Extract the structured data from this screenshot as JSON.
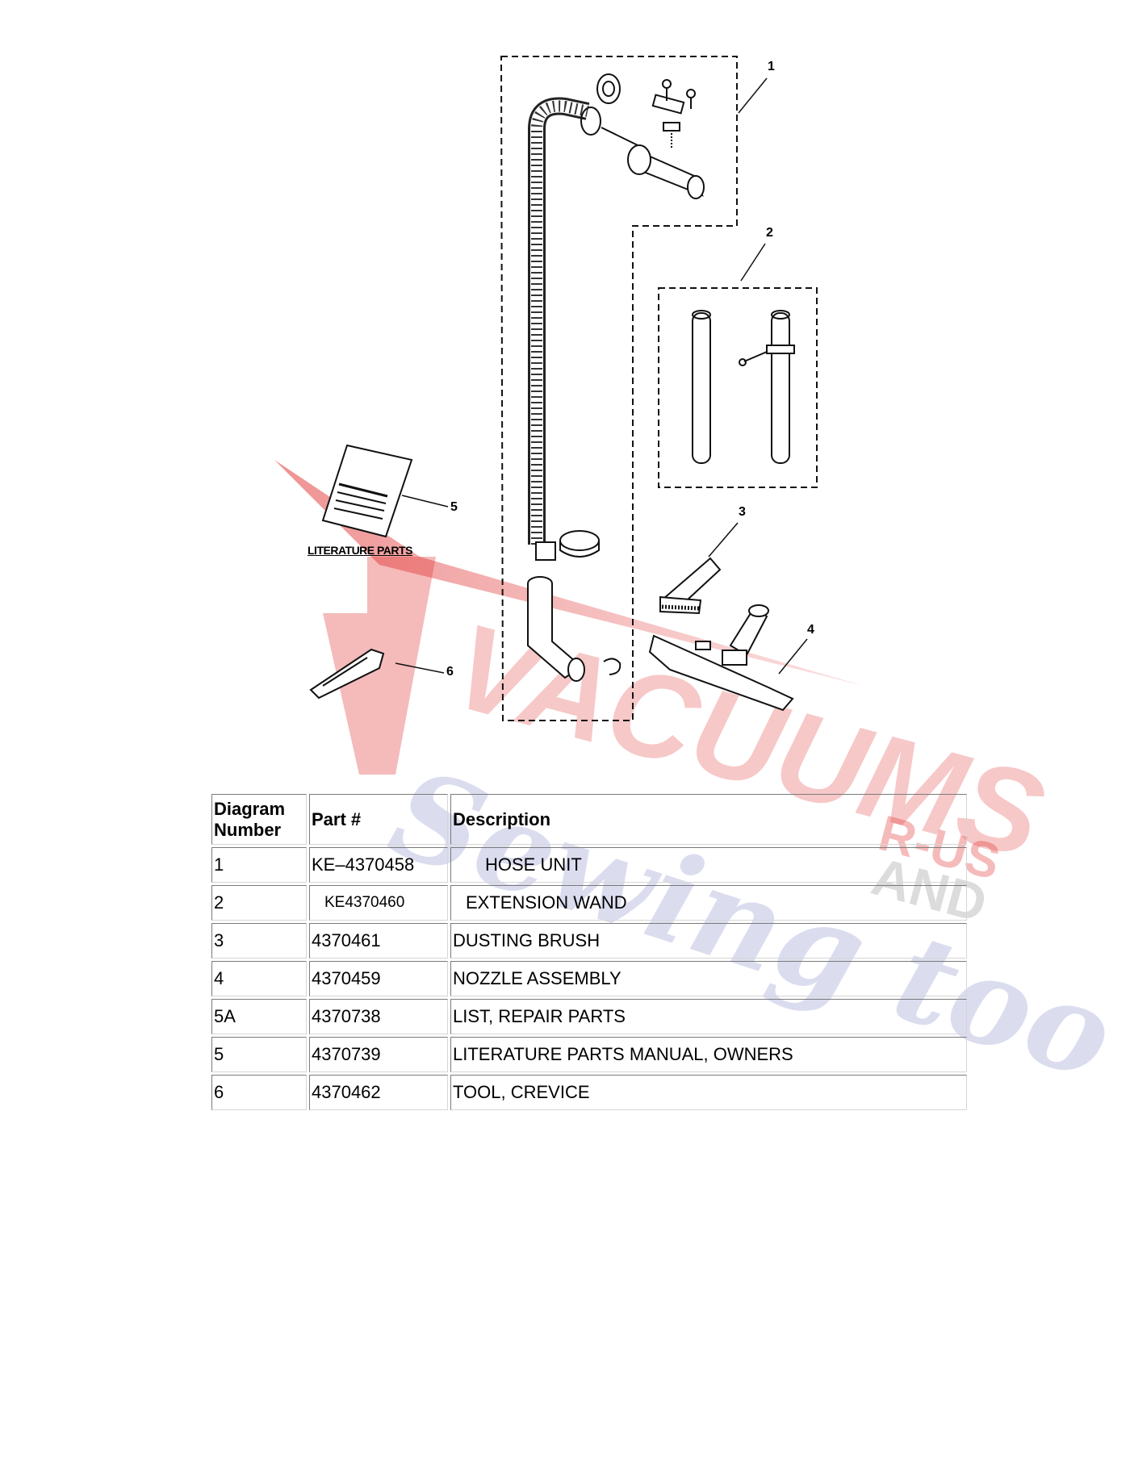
{
  "diagram": {
    "callouts": [
      "1",
      "2",
      "3",
      "4",
      "5",
      "6"
    ],
    "literature_label": "LITERATURE PARTS"
  },
  "watermark": {
    "brand_main": "VACUUMS",
    "brand_sub": "R-US",
    "brand_and": "AND",
    "brand_script": "Sewing too",
    "colors": {
      "red": "#e23a3a",
      "blue": "#5b63b8",
      "gray": "#9a9a9a"
    }
  },
  "table": {
    "headers": {
      "diagram_number": "Diagram Number",
      "part": "Part #",
      "description": "Description"
    },
    "rows": [
      {
        "num": "1",
        "part": "KE–4370458",
        "desc": "HOSE UNIT"
      },
      {
        "num": "2",
        "part": "KE4370460",
        "desc": "EXTENSION WAND"
      },
      {
        "num": "3",
        "part": "4370461",
        "desc": "DUSTING BRUSH"
      },
      {
        "num": "4",
        "part": "4370459",
        "desc": "NOZZLE ASSEMBLY"
      },
      {
        "num": "5A",
        "part": "4370738",
        "desc": "LIST, REPAIR PARTS"
      },
      {
        "num": "5",
        "part": "4370739",
        "desc": "LITERATURE PARTS MANUAL, OWNERS"
      },
      {
        "num": "6",
        "part": "4370462",
        "desc": "TOOL, CREVICE"
      }
    ]
  }
}
